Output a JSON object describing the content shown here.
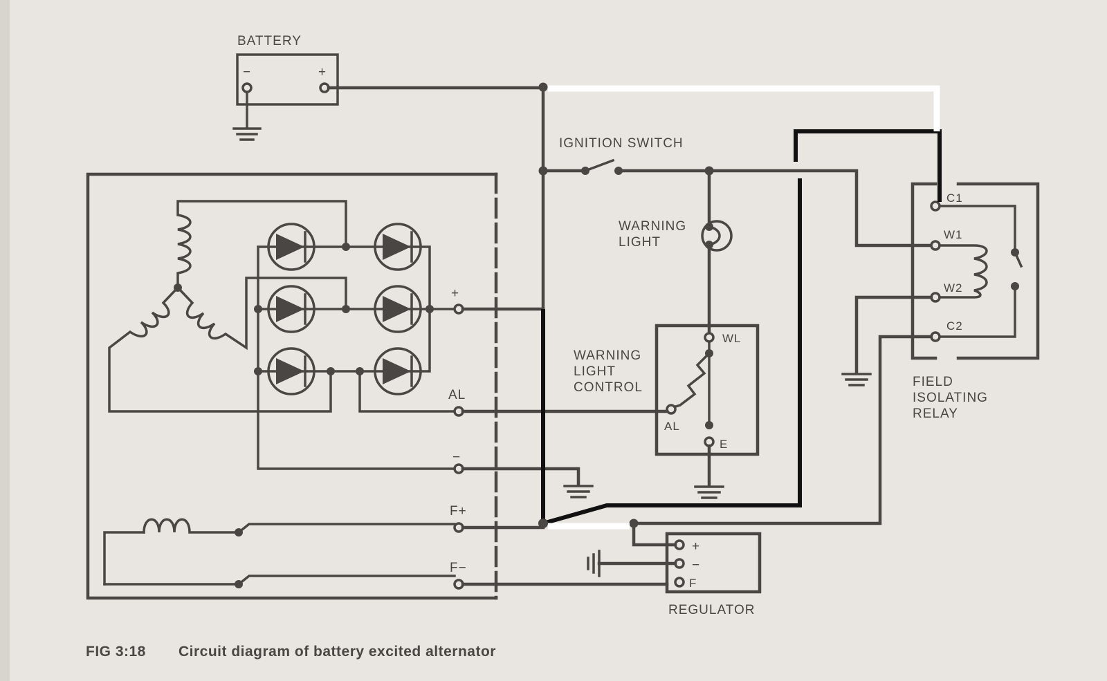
{
  "labels": {
    "battery": "BATTERY",
    "battery_neg": "−",
    "battery_pos": "+",
    "ignition_switch": "IGNITION  SWITCH",
    "warning_light_1": "WARNING",
    "warning_light_2": "LIGHT",
    "wlc_1": "WARNING",
    "wlc_2": "LIGHT",
    "wlc_3": "CONTROL",
    "wl": "WL",
    "al_ctrl": "AL",
    "e": "E",
    "alt_plus": "+",
    "alt_al": "AL",
    "alt_minus": "−",
    "alt_fplus": "F+",
    "alt_fminus": "F−",
    "relay_c1": "C1",
    "relay_w1": "W1",
    "relay_w2": "W2",
    "relay_c2": "C2",
    "relay_1": "FIELD",
    "relay_2": "ISOLATING",
    "relay_3": "RELAY",
    "reg_plus": "+",
    "reg_minus": "−",
    "reg_f": "F",
    "regulator": "REGULATOR"
  },
  "caption": {
    "fig": "FIG 3:18",
    "text": "Circuit diagram of battery excited alternator"
  },
  "colors": {
    "ink": "#4a4643",
    "paper": "#e9e6e1",
    "modified_wire_black": "#111111",
    "modified_wire_white": "#ffffff"
  }
}
